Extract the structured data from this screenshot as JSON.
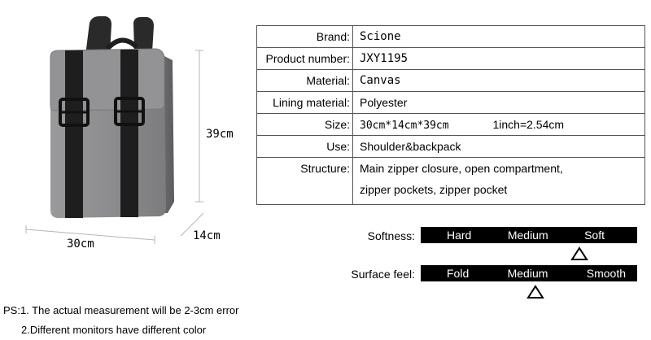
{
  "dimensions": {
    "height": "39cm",
    "depth": "14cm",
    "width": "30cm"
  },
  "specs": [
    {
      "label": "Brand:",
      "value": "Scione"
    },
    {
      "label": "Product number:",
      "value": "JXY1195"
    },
    {
      "label": "Material:",
      "value": "Canvas"
    },
    {
      "label": "Lining material:",
      "value": "Polyester"
    },
    {
      "label": "Size:",
      "value": "30cm*14cm*39cm",
      "extra": "1inch=2.54cm"
    },
    {
      "label": "Use:",
      "value": "Shoulder&backpack"
    },
    {
      "label": "Structure:",
      "lines": [
        "Main zipper closure, open compartment,",
        "zipper pockets, zipper pocket"
      ]
    }
  ],
  "scales": [
    {
      "label": "Softness:",
      "options": [
        "Hard",
        "Medium",
        "Soft"
      ],
      "selected_index": 2
    },
    {
      "label": "Surface feel:",
      "options": [
        "Fold",
        "Medium",
        "Smooth"
      ],
      "selected_index": 1
    }
  ],
  "notes": [
    "PS:1. The actual measurement will be 2-3cm error",
    "2.Different monitors have different color"
  ],
  "colors": {
    "bag_body": "#8a8a8c",
    "strap": "#1e1e1e",
    "bar": "#000000"
  }
}
